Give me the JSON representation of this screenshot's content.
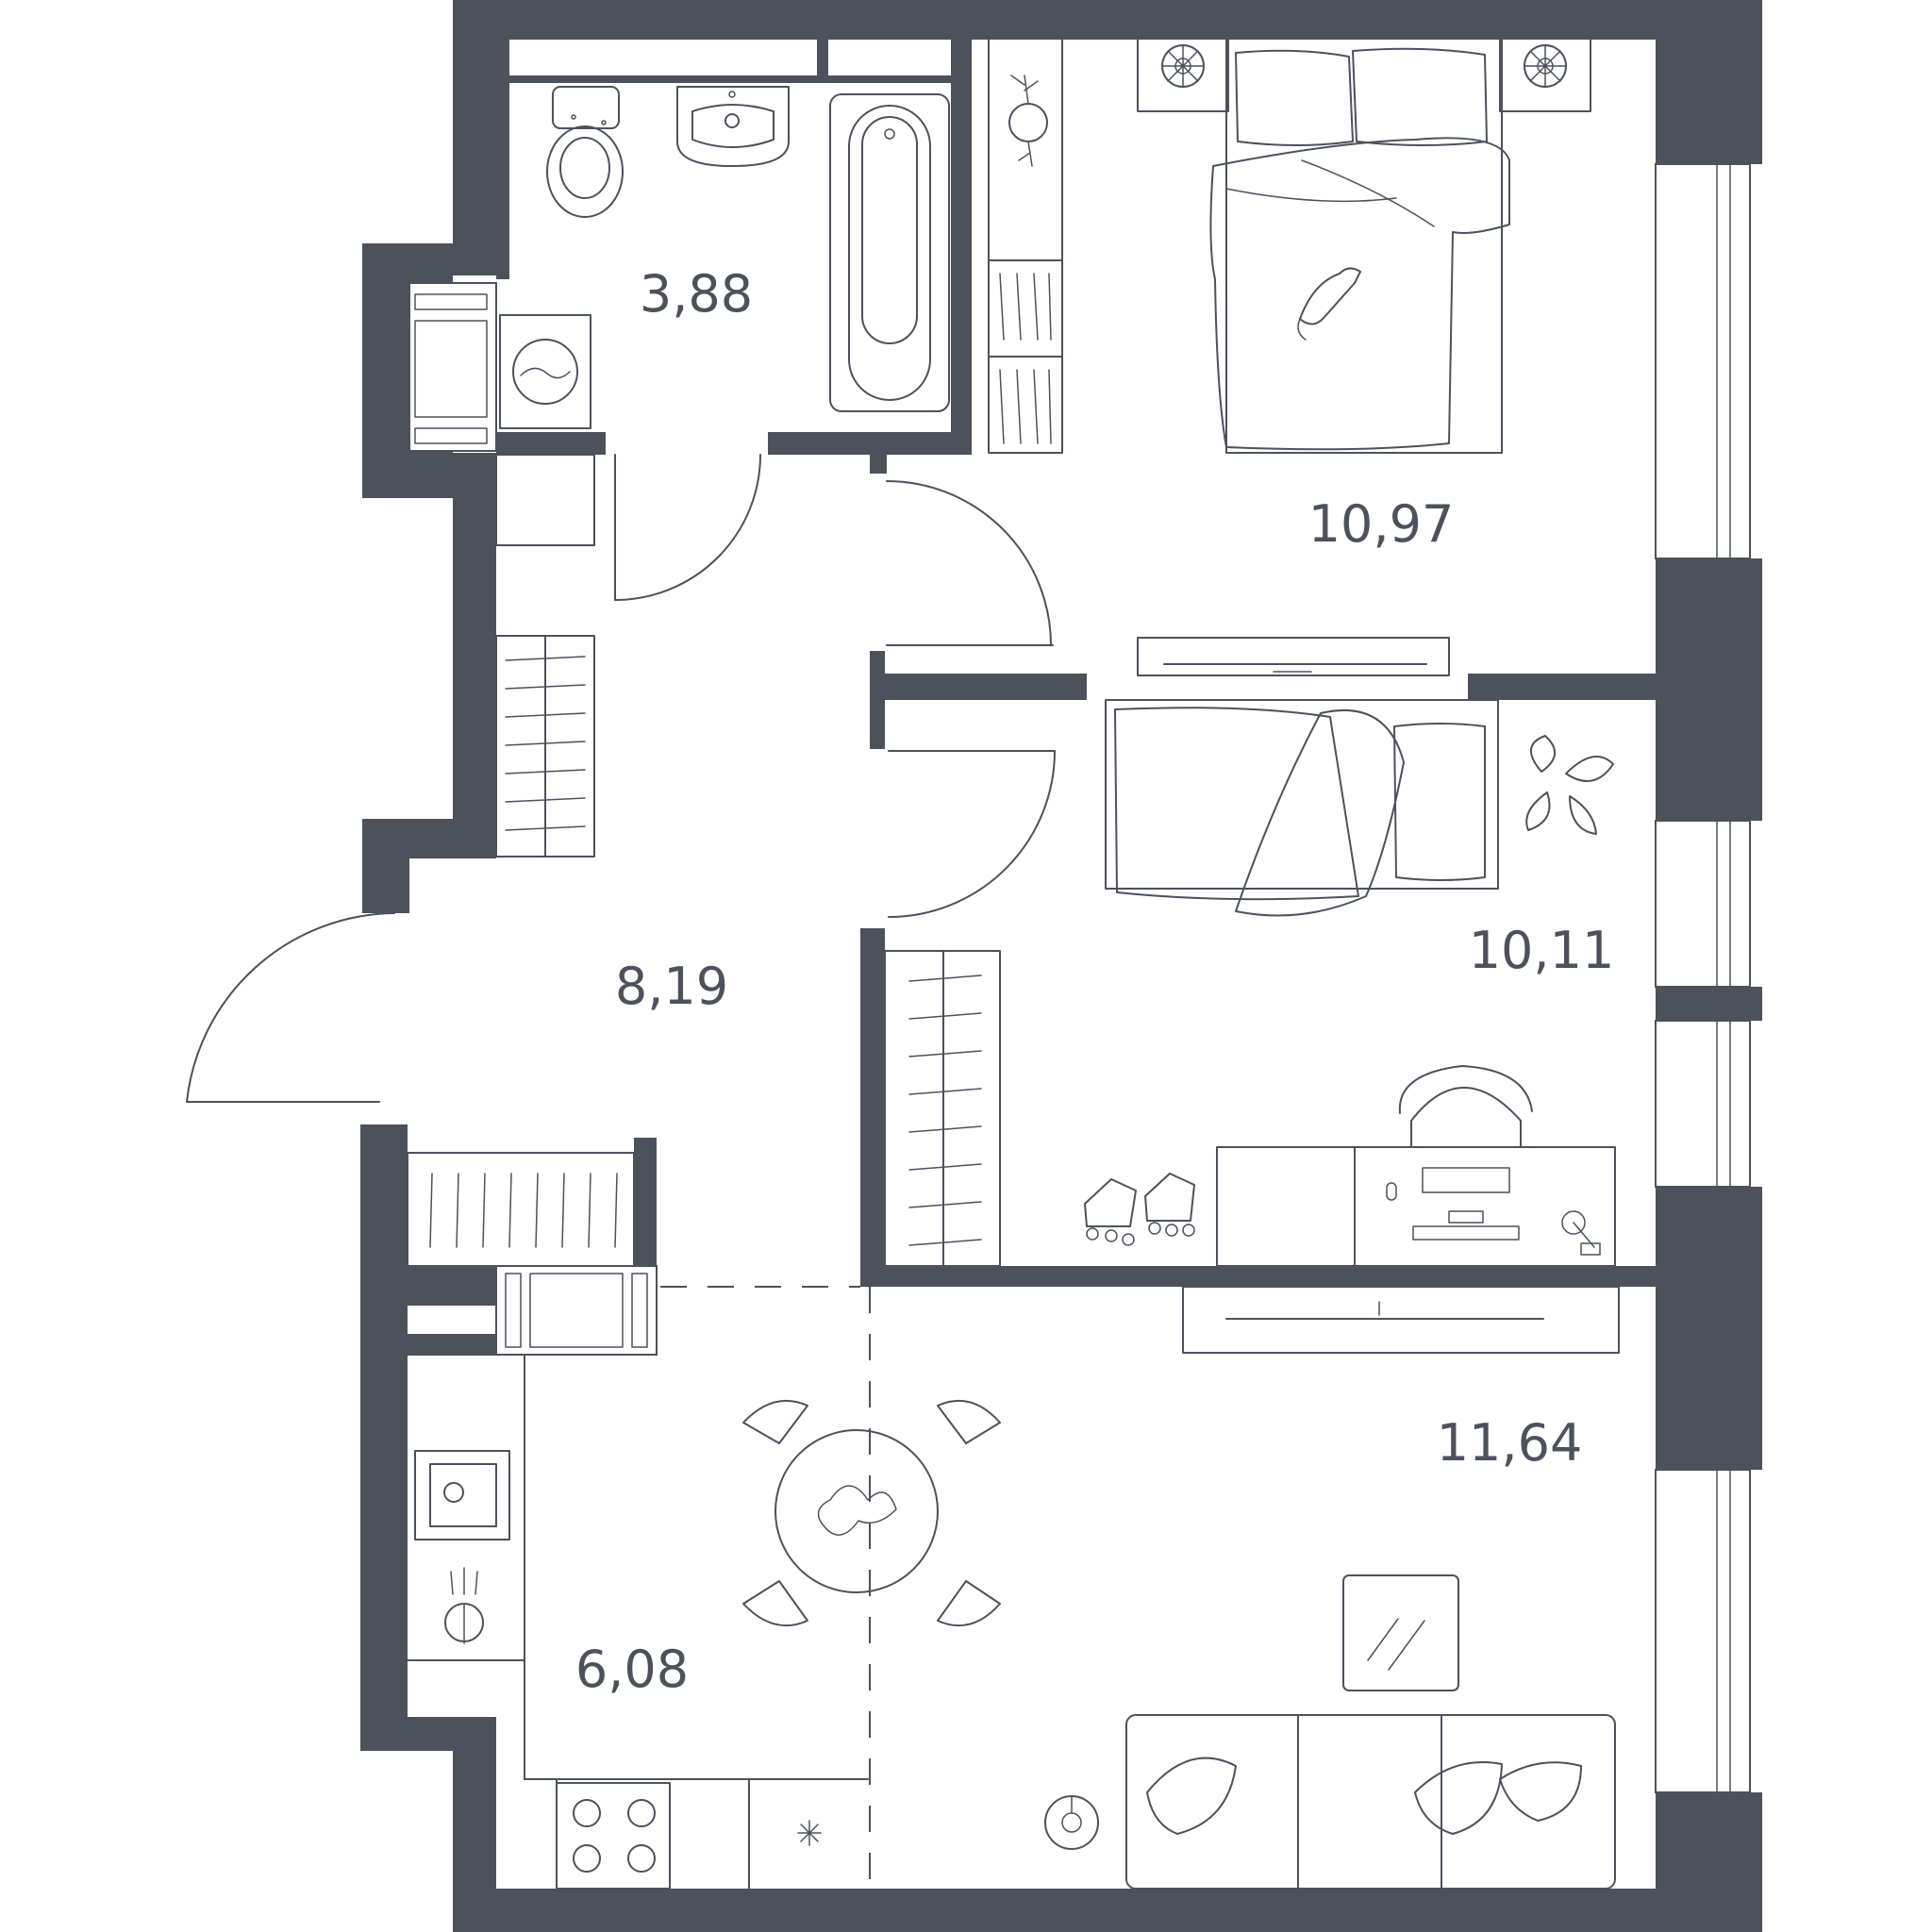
{
  "plan": {
    "colors": {
      "wall": "#4d515c",
      "line": "#4d515c",
      "background": "#ffffff"
    },
    "rooms": [
      {
        "id": "bathroom",
        "area": "3,88"
      },
      {
        "id": "bedroom",
        "area": "10,97"
      },
      {
        "id": "hallway",
        "area": "8,19"
      },
      {
        "id": "kids-room",
        "area": "10,11"
      },
      {
        "id": "kitchen",
        "area": "6,08"
      },
      {
        "id": "living-room",
        "area": "11,64"
      }
    ],
    "icons": [
      "toilet-icon",
      "sink-icon",
      "bathtub-icon",
      "washing-machine-icon",
      "double-bed-icon",
      "single-bed-icon",
      "desk-icon",
      "chair-icon",
      "dining-table-icon",
      "sofa-icon",
      "stove-icon",
      "wardrobe-icon",
      "tv-icon",
      "plant-icon",
      "rollerblades-icon",
      "cat-icon",
      "robot-vacuum-icon"
    ]
  }
}
